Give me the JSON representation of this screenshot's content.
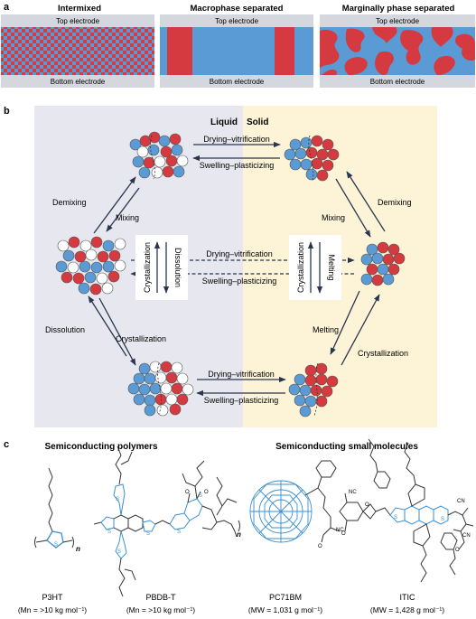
{
  "panel_a": {
    "label": "a",
    "cells": [
      {
        "title": "Intermixed",
        "top": "Top electrode",
        "bottom": "Bottom electrode"
      },
      {
        "title": "Macrophase separated",
        "top": "Top electrode",
        "bottom": "Bottom electrode"
      },
      {
        "title": "Marginally phase separated",
        "top": "Top electrode",
        "bottom": "Bottom electrode"
      }
    ]
  },
  "panel_b": {
    "label": "b",
    "liquid": "Liquid",
    "solid": "Solid",
    "drying": "Drying–vitrification",
    "swelling": "Swelling–plasticizing",
    "demixing": "Demixing",
    "mixing": "Mixing",
    "dissolution": "Dissolution",
    "crystallization": "Crystallization",
    "melting": "Melting"
  },
  "panel_c": {
    "label": "c",
    "polymers_title": "Semiconducting polymers",
    "small_title": "Semiconducting small molecules",
    "molecules": [
      {
        "name": "P3HT",
        "mass": "(Mn = >10 kg mol⁻¹)"
      },
      {
        "name": "PBDB-T",
        "mass": "(Mn = >10 kg mol⁻¹)"
      },
      {
        "name": "PC71BM",
        "mass": "(MW = 1,031 g mol⁻¹)"
      },
      {
        "name": "ITIC",
        "mass": "(MW = 1,428 g mol⁻¹)"
      }
    ],
    "atoms": {
      "s": "S",
      "o": "O",
      "cn": "CN",
      "nc": "NC",
      "n": "n"
    }
  },
  "colors": {
    "red": "#d43a3f",
    "blue": "#5b9bd5",
    "gray": "#d4d7dd",
    "liquid_bg": "#e7e8ef",
    "solid_bg": "#fdf3d6",
    "chem": "#3b8fcf",
    "arrow": "#2a3550"
  }
}
